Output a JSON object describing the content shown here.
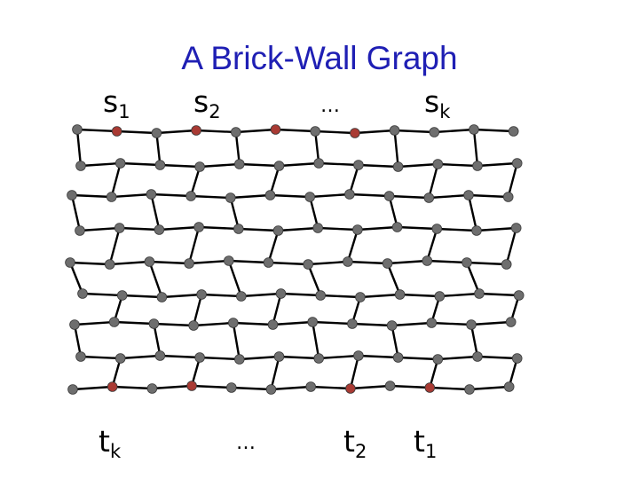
{
  "title": "A Brick-Wall Graph",
  "colors": {
    "title": "#1f1fb4",
    "edge": "#000000",
    "vertex": "#6e6e6e",
    "terminal": "#a93a33"
  },
  "top_labels": [
    {
      "base": "s",
      "sub": "1"
    },
    {
      "base": "s",
      "sub": "2"
    },
    {
      "base": "…",
      "sub": ""
    },
    {
      "base": "s",
      "sub": "k"
    }
  ],
  "bottom_labels": [
    {
      "base": "t",
      "sub": "k"
    },
    {
      "base": "…",
      "sub": ""
    },
    {
      "base": "t",
      "sub": "2"
    },
    {
      "base": "t",
      "sub": "1"
    }
  ],
  "graph": {
    "rows": 9,
    "vertices_per_row": 12,
    "top_terminal_count": 4,
    "bottom_terminal_count": 4
  }
}
